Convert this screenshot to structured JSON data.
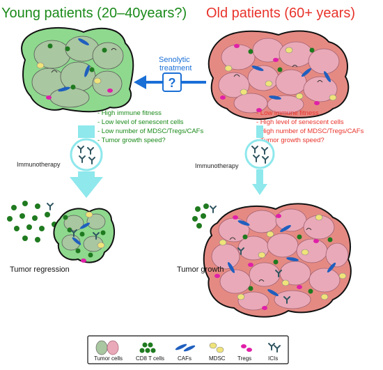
{
  "headers": {
    "young": "Young patients (20–40years?)",
    "old": "Old patients (60+ years)"
  },
  "senolytic": {
    "line1": "Senolytic",
    "line2": "treatment",
    "symbol": "?"
  },
  "young_traits": [
    "- High immune fitness",
    "- Low level of senescent cells",
    "- Low number of MDSC/Tregs/CAFs",
    "- Tumor growth speed?"
  ],
  "old_traits": [
    "- Low immune fitness",
    "- High level of senescent cells",
    "- High number of MDSC/Tregs/CAFs",
    "- Tumor growth speed?"
  ],
  "immunotherapy_label": "Immunotherapy",
  "outcomes": {
    "young": "Tumor regression",
    "old": "Tumor growth"
  },
  "legend": {
    "tumor_cells": "Tumor cells",
    "cd8": "CD8 T cells",
    "cafs": "CAFs",
    "mdsc": "MDSC",
    "tregs": "Tregs",
    "icis": "ICIs"
  },
  "colors": {
    "young_text": "#1a8a1a",
    "old_text": "#e8332b",
    "senolytic_blue": "#1a6fd6",
    "arrow_cyan": "#8ee8ec",
    "young_outer": "#8ed98e",
    "young_cell": "#a9c7a0",
    "old_outer": "#e58a83",
    "old_cell": "#e9a9b8",
    "cd8": "#1f7a1f",
    "caf": "#1f5fbf",
    "mdsc": "#efe37a",
    "treg": "#e020a8",
    "ici": "#2f5560"
  }
}
